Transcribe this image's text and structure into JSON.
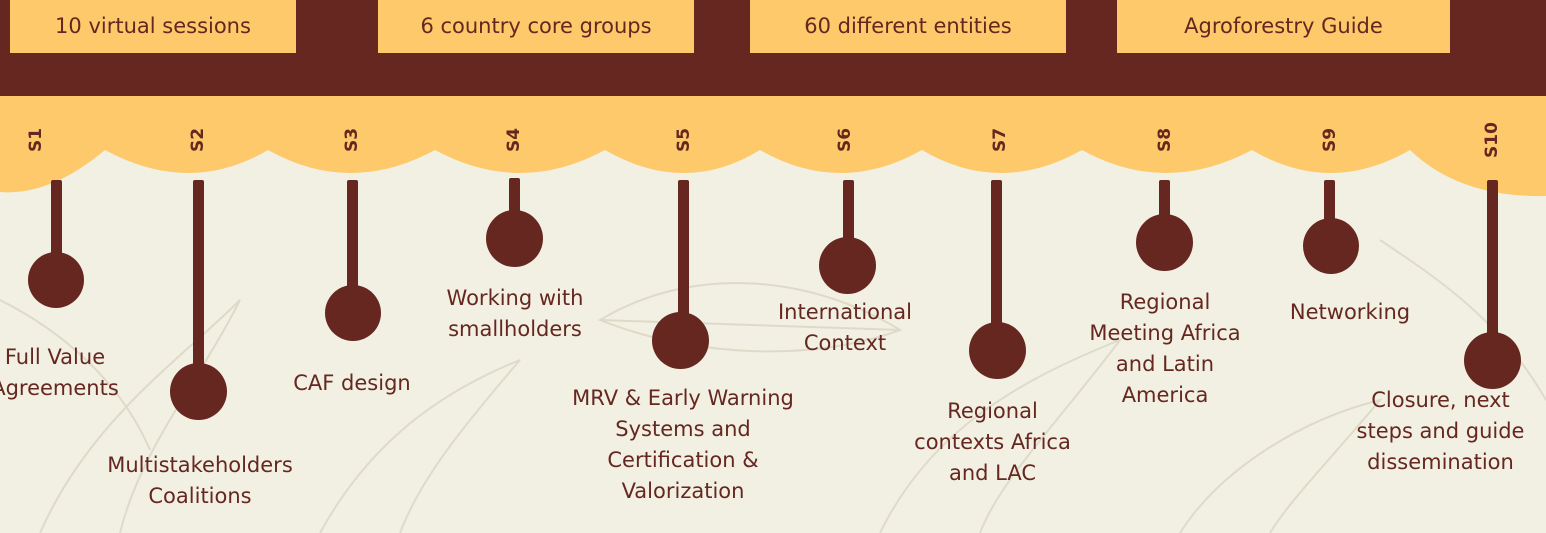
{
  "colors": {
    "banner": "#65271f",
    "accent": "#fdc96a",
    "background": "#f2f0e3",
    "text": "#65271f"
  },
  "stats": [
    "10 virtual sessions",
    "6 country core groups",
    "60 different entities",
    "Agroforestry Guide"
  ],
  "sessions": [
    {
      "code": "S1",
      "title": "Full Value\nAgreements"
    },
    {
      "code": "S2",
      "title": "Multistakeholders\nCoalitions"
    },
    {
      "code": "S3",
      "title": "CAF design"
    },
    {
      "code": "S4",
      "title": "Working with\nsmallholders"
    },
    {
      "code": "S5",
      "title": "MRV & Early Warning\nSystems and\nCertification &\nValorization"
    },
    {
      "code": "S6",
      "title": "International\nContext"
    },
    {
      "code": "S7",
      "title": "Regional\ncontexts Africa\nand LAC"
    },
    {
      "code": "S8",
      "title": "Regional\nMeeting Africa\nand Latin\nAmerica"
    },
    {
      "code": "S9",
      "title": "Networking"
    },
    {
      "code": "S10",
      "title": "Closure, next\nsteps and guide\ndissemination"
    }
  ]
}
